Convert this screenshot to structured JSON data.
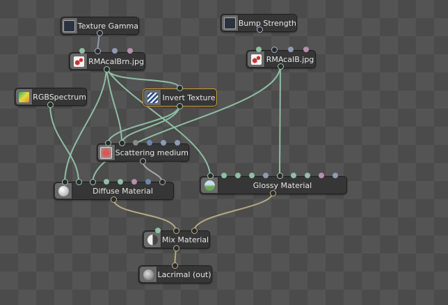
{
  "nodes": {
    "texture_gamma": {
      "label": "Texture Gamma",
      "icon": "float-value-icon"
    },
    "bump_strength": {
      "label": "Bump Strength",
      "icon": "float-value-icon"
    },
    "rmacaibrn": {
      "label": "RMAcaIBrn.jpg",
      "icon": "image-texture-icon"
    },
    "rmacaib": {
      "label": "RMAcaIB.jpg",
      "icon": "image-texture-icon"
    },
    "rgbspectrum": {
      "label": "RGBSpectrum",
      "icon": "rgb-spectrum-icon"
    },
    "invert_texture": {
      "label": "Invert Texture",
      "icon": "invert-texture-icon",
      "selected": true
    },
    "scattering_medium": {
      "label": "Scattering medium",
      "icon": "scattering-icon"
    },
    "diffuse_material": {
      "label": "Diffuse Material",
      "icon": "diffuse-sphere-icon"
    },
    "glossy_material": {
      "label": "Glossy Material",
      "icon": "glossy-sphere-icon"
    },
    "mix_material": {
      "label": "Mix Material",
      "icon": "mix-material-icon"
    },
    "lacrimal_out": {
      "label": "Lacrimal (out)",
      "icon": "material-output-icon"
    }
  },
  "colors": {
    "texture_wire": "#8fbfa5",
    "material_wire": "#b8aa80",
    "float_wire": "#8e9bb5",
    "selected_border": "#c9a033"
  }
}
